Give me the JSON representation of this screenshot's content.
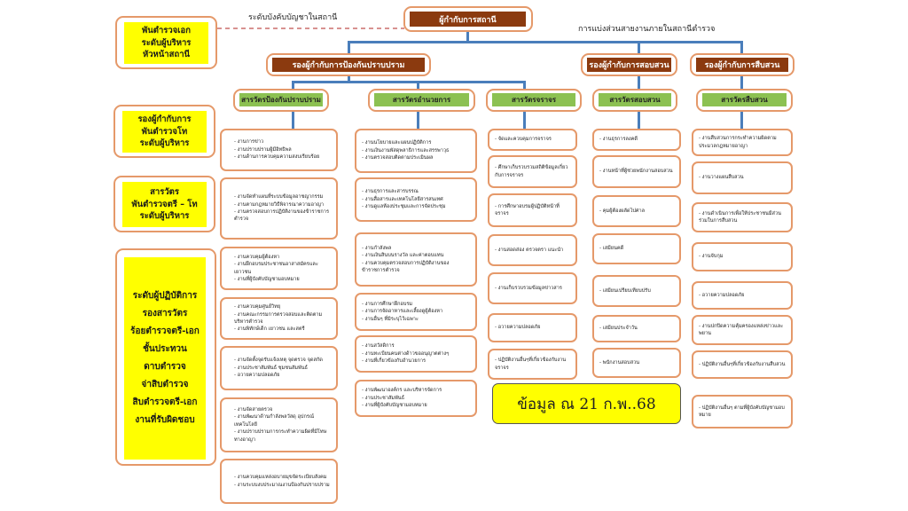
{
  "header": {
    "command_level_label": "ระดับบังคับบัญชาในสถานี",
    "division_label": "การแบ่งส่วนสายงานภายในสถานีตำรวจ",
    "chief": "ผู้กำกับการสถานี"
  },
  "levels": [
    {
      "lines": [
        "พันตำรวจเอก",
        "ระดับผู้บริหาร",
        "หัวหน้าสถานี"
      ]
    },
    {
      "lines": [
        "รองผู้กำกับการ",
        "พันตำรวจโท",
        "ระดับผู้บริหาร"
      ]
    },
    {
      "lines": [
        "สารวัตร",
        "พันตำรวจตรี – โท",
        "ระดับผู้บริหาร"
      ]
    },
    {
      "lines": [
        "ระดับผู้ปฏิบัติการ",
        "รองสารวัตร",
        "ร้อยตำรวจตรี-เอก",
        "ชั้นประทวน",
        "ดาบตำรวจ",
        "จ่าสิบตำรวจ",
        "สิบตำรวจตรี-เอก",
        "งานที่รับผิดชอบ"
      ]
    }
  ],
  "deputies": [
    "รองผู้กำกับการป้องกันปราบปราม",
    "รองผู้กำกับการสอบสวน",
    "รองผู้กำกับการสืบสวน"
  ],
  "sections": [
    {
      "title": "สารวัตรป้องกันปราบปราม",
      "boxes": [
        [
          "งานการข่าว",
          "งานปราบปรามผู้มีอิทธิพล",
          "งานด้านการควบคุมความสงบเรียบร้อย"
        ],
        [
          "งานจัดทำแผนที่ระบบข้อมูลอาชญากรรม",
          "งานตามกฎหมายวิธีพิจารณาความอาญา",
          "งานตรวจสอบการปฏิบัติงานของข้าราชการตำรวจ"
        ],
        [
          "งานควบคุมผู้ต้องหา",
          "งานฝึกอบรมประชาชนอาสาสมัครและเยาวชน",
          "งานที่ผู้บังคับบัญชามอบหมาย"
        ],
        [
          "งานควบคุมศูนย์วิทยุ",
          "งานคณะกรรมการตรวจสอบและติดตามบริหารตำรวจ",
          "งานพิทักษ์เด็ก เยาวชน และสตรี"
        ],
        [
          "งานจัดตั้งจุดรับแจ้งเหตุ จุดตรวจ จุดสกัด",
          "งานประชาสัมพันธ์ ชุมชนสัมพันธ์",
          "อวายความปลอดภัย"
        ],
        [
          "งานจัดสายตรวจ",
          "งานพัฒนาด้านกำลังพลวัสดุ อุปกรณ์เทคโนโลยี",
          "งานปราบปรามการกระทำความผิดที่มีโทษทางอาญา"
        ],
        [
          "งานควบคุมแหล่งอบายมุขจัดระเบียบสังคม",
          "งานระบบงบประมาณงานป้องกันปราบปราม"
        ]
      ]
    },
    {
      "title": "สารวัตรอำนวยการ",
      "boxes": [
        [
          "งานนโยบายและแผนปฏิบัติการ",
          "งานเงินงานพัสดุพลาธิการและสรรพาวุธ",
          "งานตรวจสอบติดตามประเมินผล"
        ],
        [
          "งานธุรการและสารบรรณ",
          "งานสื่อสารและเทคโนโลยีสารสนเทศ",
          "งานดูแลห้องประชุมและการจัดประชุม"
        ],
        [
          "งานกำลังพล",
          "งานเงินสินบนรางวัล และค่าตอบแทน",
          "งานควบคุมตรวจสอบการปฏิบัติงานของข้าราชการตำรวจ"
        ],
        [
          "งานการศึกษาฝึกอบรม",
          "งานการจัดอาหารและเลี้ยงดูผู้ต้องหา",
          "งานอื่นๆ ที่มิระบุไว้เฉพาะ"
        ],
        [
          "งานสวัสดิการ",
          "งานทะเบียนคนต่างด้าวขออนุญาตต่างๆ",
          "งานที่เกี่ยวข้องกับอำนวยการ"
        ],
        [
          "งานพัฒนาองค์กร และบริหารจัดการ",
          "งานประชาสัมพันธ์",
          "งานที่ผู้บังคับบัญชามอบหมาย"
        ]
      ]
    },
    {
      "title": "สารวัตรจราจร",
      "boxes": [
        [
          "จัดและควบคุมการจราจร"
        ],
        [
          "ศึกษาเก็บรวบรวมสถิติข้อมูลเกี่ยวกับการจราจร"
        ],
        [
          "การศึกษาอบรมผู้ปฏิบัติหน้าที่จราจร"
        ],
        [
          "งานสอดส่อง ตรวจตรา แนะนำ"
        ],
        [
          "งานเก็บรวบรวมข้อมูลข่าวสาร"
        ],
        [
          "อวายความปลอดภัย"
        ],
        [
          "ปฏิบัติงานอื่นๆที่เกี่ยวข้องกับงานจราจร"
        ]
      ]
    },
    {
      "title": "สารวัตรสอบสวน",
      "boxes": [
        [
          "งานธุรการลงคดี"
        ],
        [
          "งานหน้าที่ผู้ช่วยพนักงานสอบสวน"
        ],
        [
          "คุมผู้ต้องผลัดไปศาล"
        ],
        [
          "เสมียนคดี"
        ],
        [
          "เสมียนเปรียบเทียบปรับ"
        ],
        [
          "เสมียนประจำวัน"
        ],
        [
          "พนักงานสอบสวน"
        ]
      ]
    },
    {
      "title": "สารวัตรสืบสวน",
      "boxes": [
        [
          "งานสืบสวนการกระทำความผิดตามประมวลกฎหมายอาญา"
        ],
        [
          "งานวางแผนสืบสวน"
        ],
        [
          "งานดำเนินการเพื่อให้ประชาชนมีส่วนร่วมในการสืบสวน"
        ],
        [
          "งานจับกุม"
        ],
        [
          "อวายความปลอดภัย"
        ],
        [
          "งานปกปิดความคุ้มครองแหล่งข่าวและพยาน"
        ],
        [
          "ปฏิบัติงานอื่นๆที่เกี่ยวข้องกับงานสืบสวน"
        ],
        [
          "ปฏิบัติงานอื่นๆ ตามที่ผู้บังคับบัญชามอบหมาย"
        ]
      ]
    }
  ],
  "date_note": "ข้อมูล ณ 21 ก.พ..68",
  "colors": {
    "brown": "#8b3a0f",
    "green": "#8cc152",
    "yellow": "#ffff00",
    "orange_border": "#e5996a",
    "blue_line": "#4a7ebb"
  }
}
